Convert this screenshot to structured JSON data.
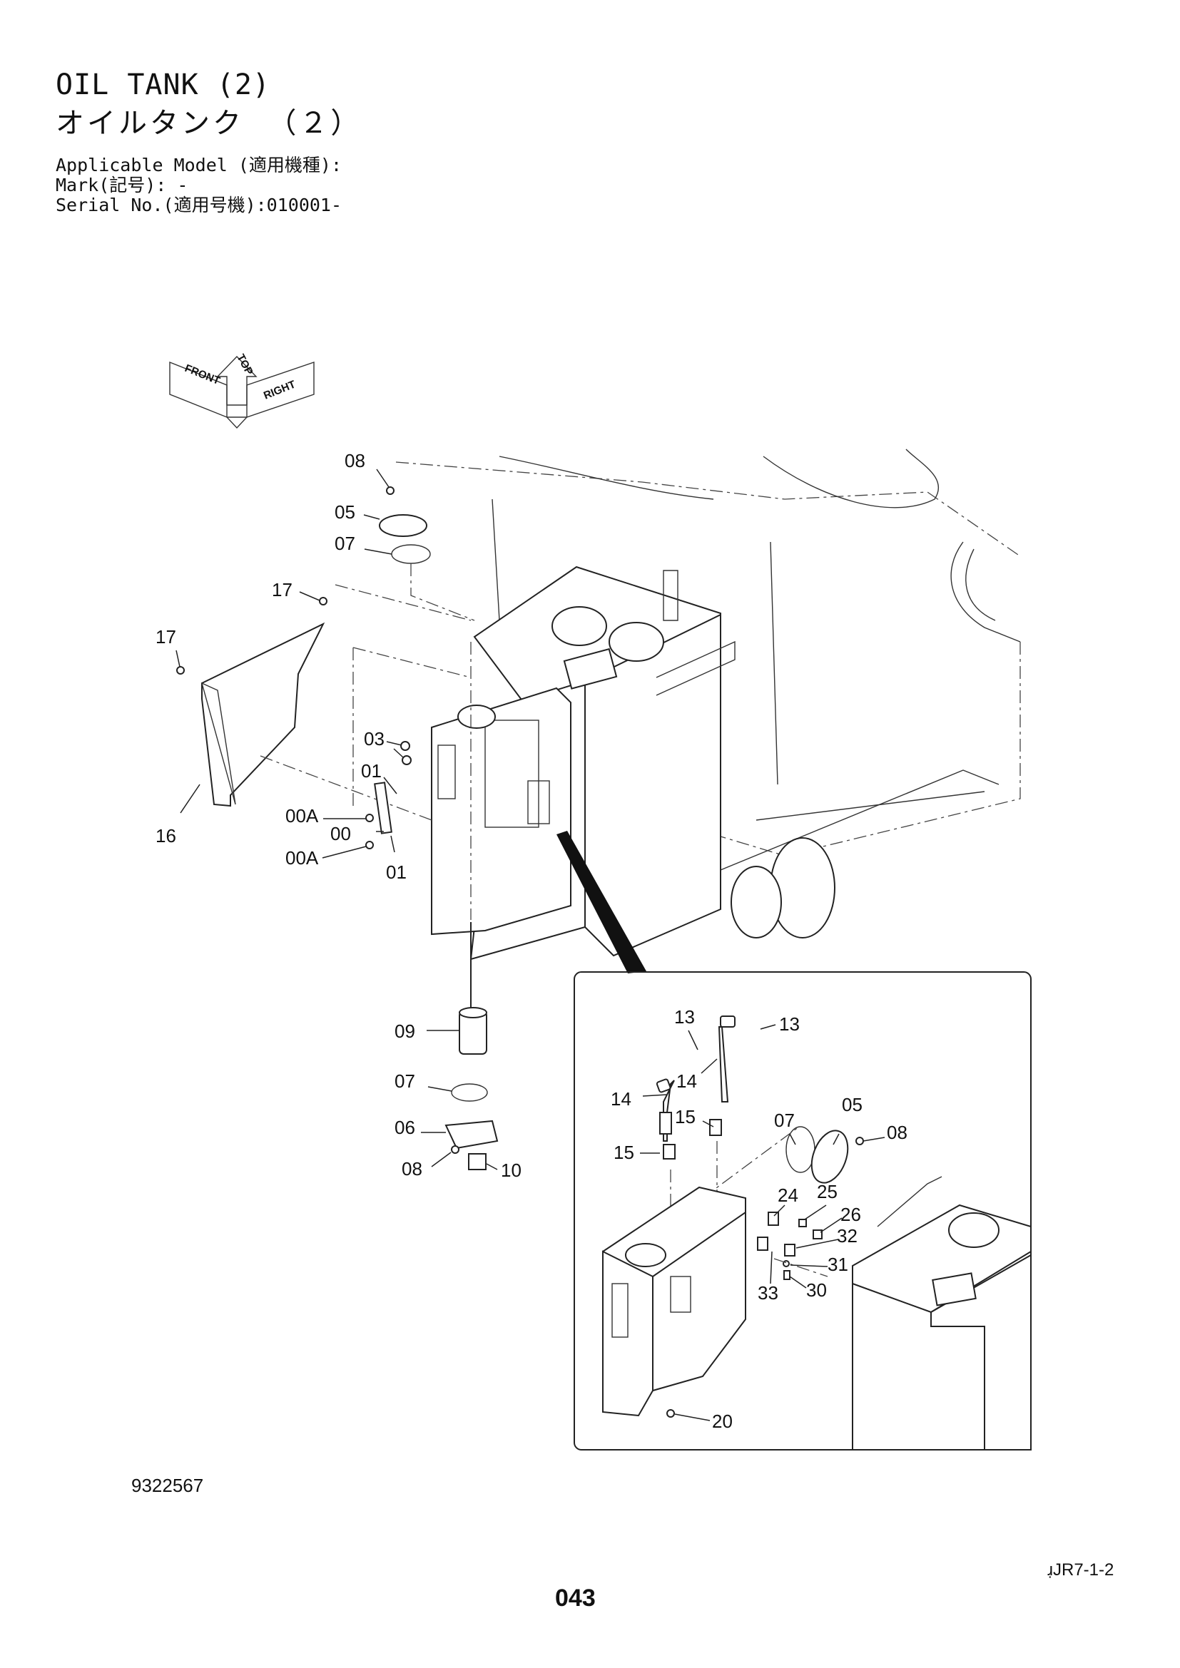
{
  "header": {
    "title_en": "OIL TANK (2)",
    "title_jp": "オイルタンク  （２）",
    "applicable_model": "Applicable Model (適用機種):",
    "mark": "Mark(記号): -",
    "serial_no": "Serial No.(適用号機):010001-"
  },
  "orientation": {
    "top": "TOP",
    "front": "FRONT",
    "right": "RIGHT"
  },
  "callouts": {
    "c08a": "08",
    "c05a": "05",
    "c07a": "07",
    "c17a": "17",
    "c17b": "17",
    "c03": "03",
    "c01a": "01",
    "c00Aa": "00A",
    "c00": "00",
    "c00Ab": "00A",
    "c01b": "01",
    "c16": "16",
    "c09": "09",
    "c07b": "07",
    "c06": "06",
    "c08b": "08",
    "c10": "10",
    "c13a": "13",
    "c13b": "13",
    "c14a": "14",
    "c14b": "14",
    "c15a": "15",
    "c15b": "15",
    "c07c": "07",
    "c05b": "05",
    "c08c": "08",
    "c24": "24",
    "c25": "25",
    "c26": "26",
    "c32": "32",
    "c31": "31",
    "c33": "33",
    "c30": "30",
    "c20": "20"
  },
  "footer": {
    "drawing_number": "9322567",
    "page_ref": "ɹ̣JR7-1-2",
    "page_number": "043"
  }
}
